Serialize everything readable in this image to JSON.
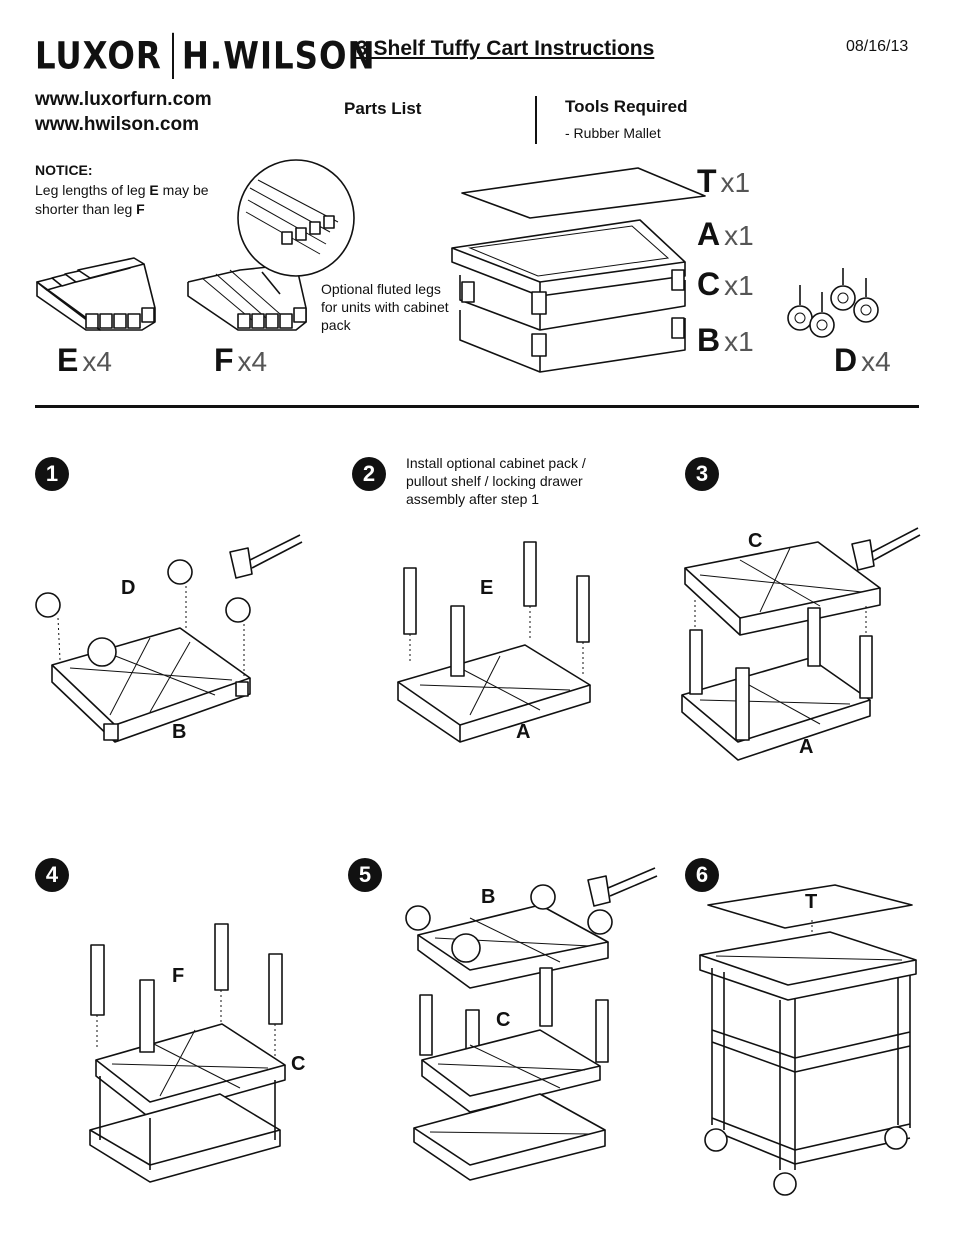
{
  "header": {
    "brand_left": "LUXOR",
    "brand_right": "H.WILSON",
    "title": "3 Shelf Tuffy Cart Instructions",
    "date": "08/16/13",
    "websites": [
      "www.luxorfurn.com",
      "www.hwilson.com"
    ]
  },
  "parts_list": {
    "heading": "Parts List",
    "tools_heading": "Tools Required",
    "tools": [
      "-  Rubber Mallet"
    ],
    "notice_heading": "NOTICE:",
    "notice_pre": "Leg lengths of leg ",
    "notice_e": "E",
    "notice_mid": " may be shorter than leg ",
    "notice_f": "F",
    "fluted_note": "Optional fluted legs for units with cabinet pack",
    "parts": [
      {
        "letter": "T",
        "qty": "x1"
      },
      {
        "letter": "A",
        "qty": "x1"
      },
      {
        "letter": "C",
        "qty": "x1"
      },
      {
        "letter": "B",
        "qty": "x1"
      },
      {
        "letter": "D",
        "qty": "x4"
      },
      {
        "letter": "E",
        "qty": "x4"
      },
      {
        "letter": "F",
        "qty": "x4"
      }
    ]
  },
  "steps": [
    {
      "number": "1",
      "labels": [
        "D",
        "B"
      ]
    },
    {
      "number": "2",
      "note": "Install optional cabinet pack / pullout shelf / locking drawer assembly after step 1",
      "labels": [
        "E",
        "A"
      ]
    },
    {
      "number": "3",
      "labels": [
        "C",
        "A"
      ]
    },
    {
      "number": "4",
      "labels": [
        "F",
        "C"
      ]
    },
    {
      "number": "5",
      "labels": [
        "B",
        "C"
      ]
    },
    {
      "number": "6",
      "labels": [
        "T"
      ]
    }
  ]
}
